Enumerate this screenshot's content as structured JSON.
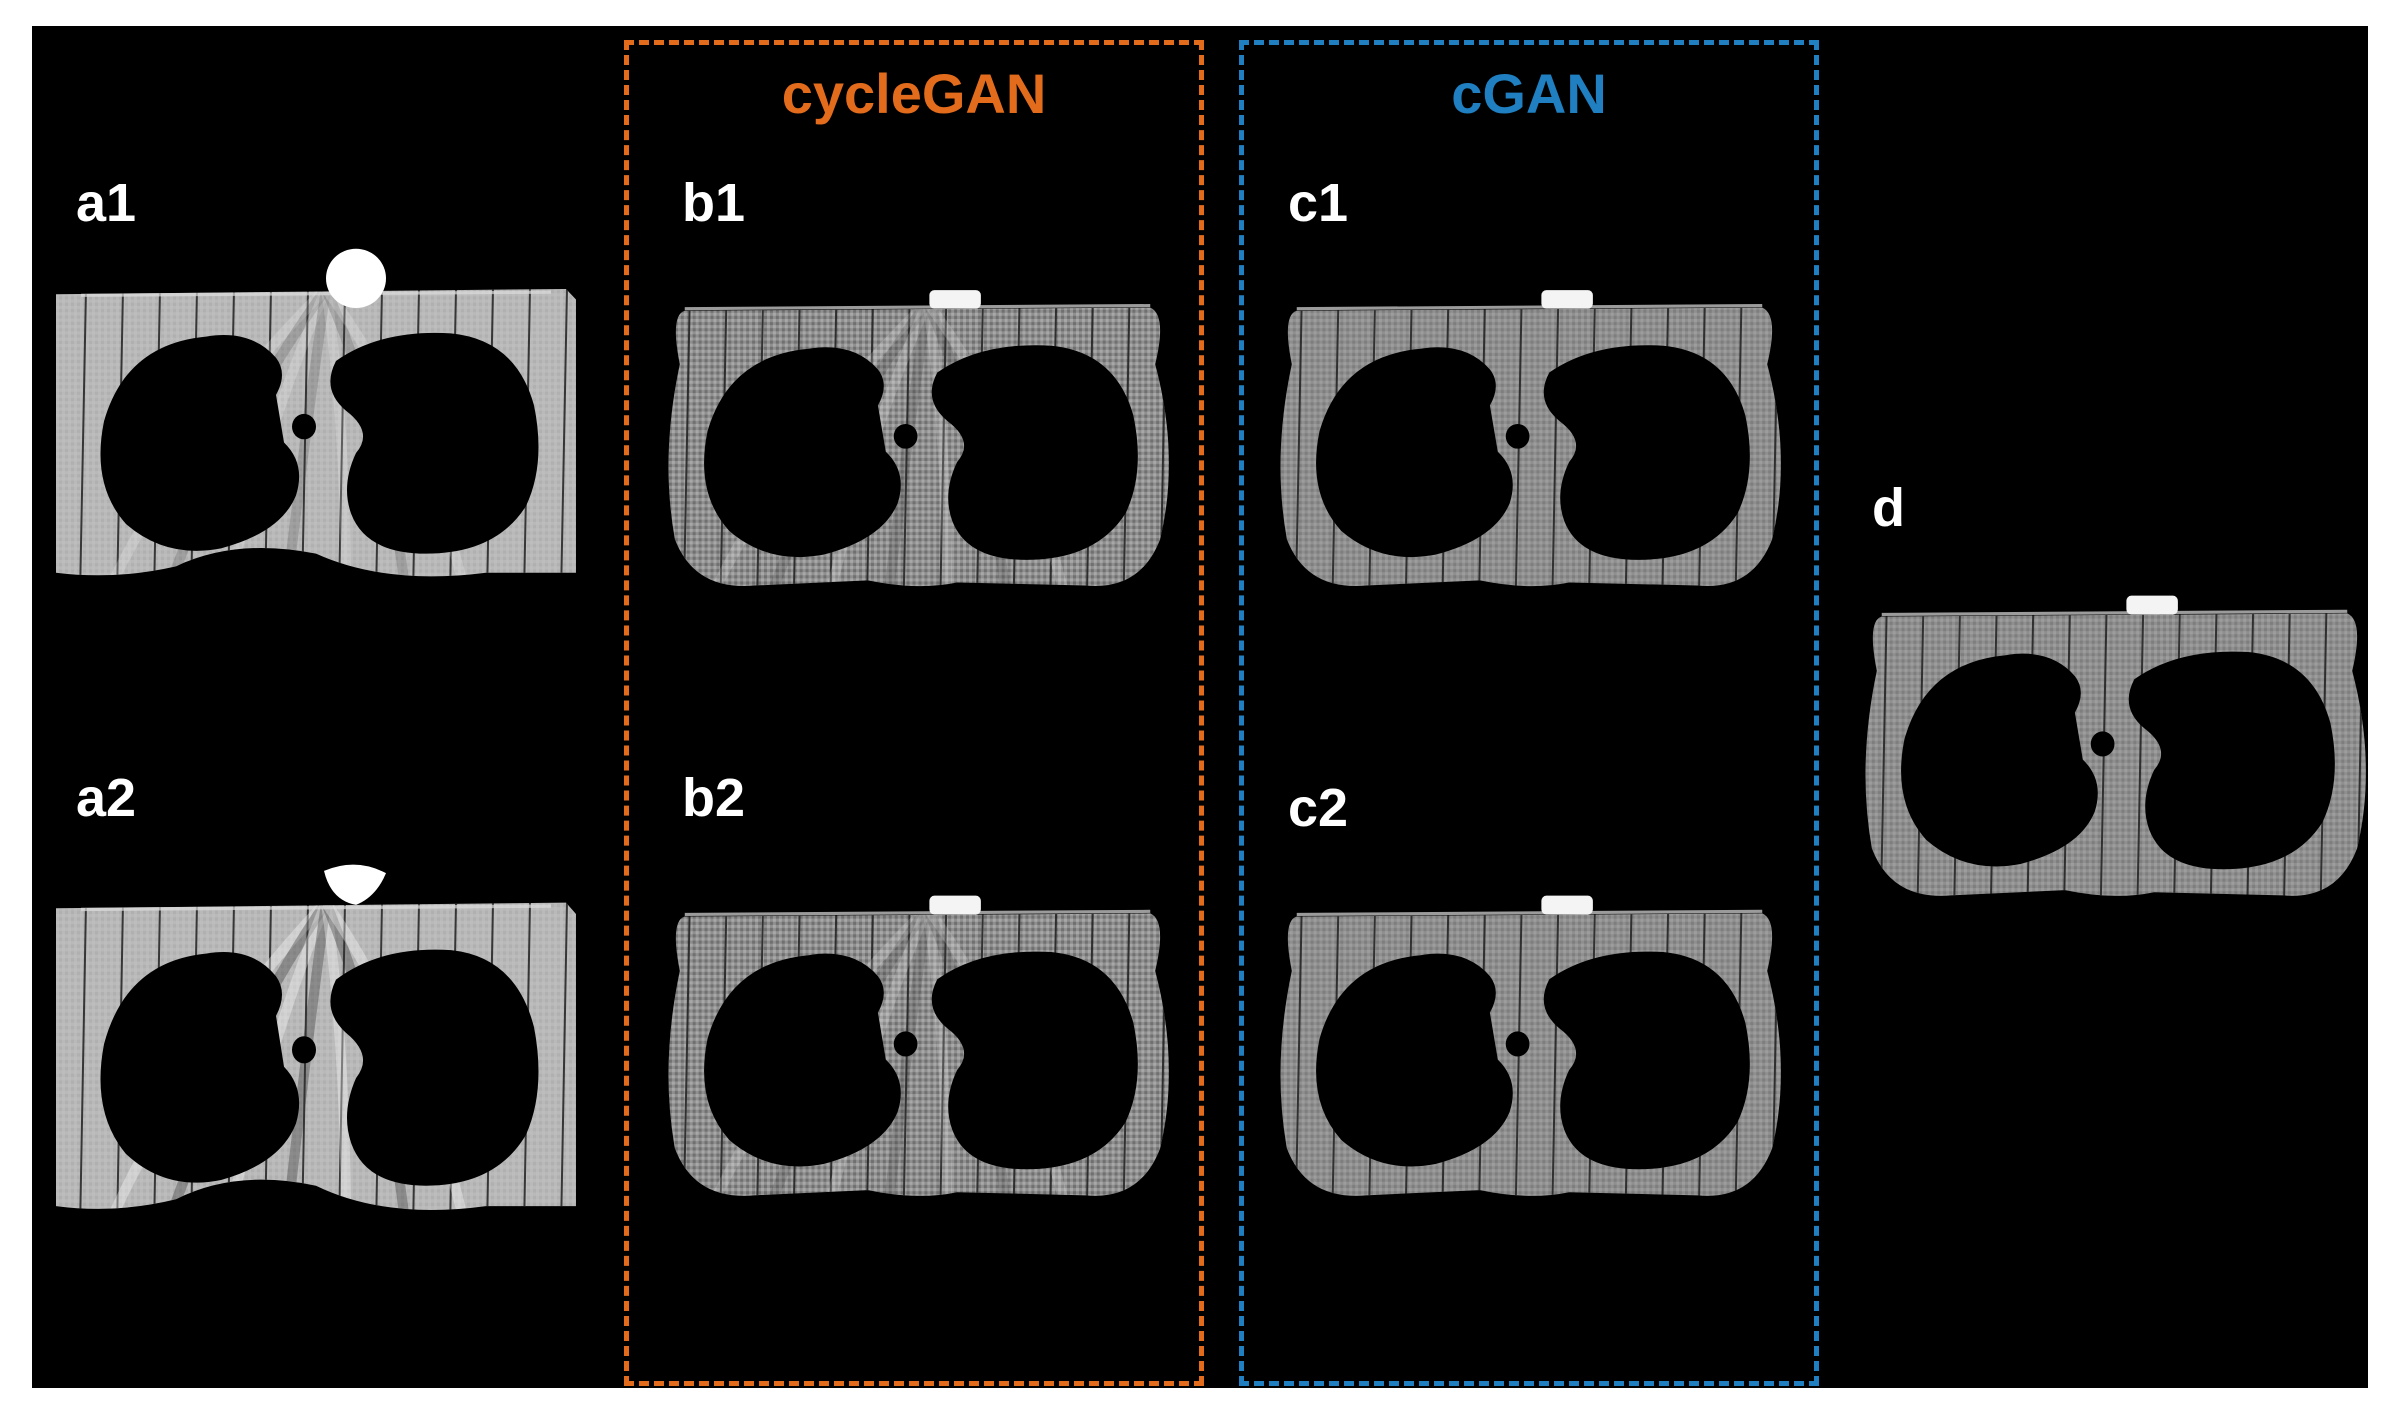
{
  "colors": {
    "background": "#000000",
    "cyclegan_accent": "#e36c1c",
    "cgan_accent": "#1f7fc0",
    "label": "#ffffff"
  },
  "groups": {
    "cyclegan": {
      "title": "cycleGAN"
    },
    "cgan": {
      "title": "cGAN"
    }
  },
  "panels": [
    {
      "id": "a1",
      "label": "a1",
      "style": "artifact-bright",
      "image": "ct-chest-slice"
    },
    {
      "id": "a2",
      "label": "a2",
      "style": "artifact-streak",
      "image": "ct-chest-slice"
    },
    {
      "id": "b1",
      "label": "b1",
      "style": "noisy",
      "image": "ct-chest-slice"
    },
    {
      "id": "b2",
      "label": "b2",
      "style": "noisy",
      "image": "ct-chest-slice"
    },
    {
      "id": "c1",
      "label": "c1",
      "style": "clean",
      "image": "ct-chest-slice"
    },
    {
      "id": "c2",
      "label": "c2",
      "style": "clean",
      "image": "ct-chest-slice"
    },
    {
      "id": "d",
      "label": "d",
      "style": "reference",
      "image": "ct-chest-slice"
    }
  ]
}
